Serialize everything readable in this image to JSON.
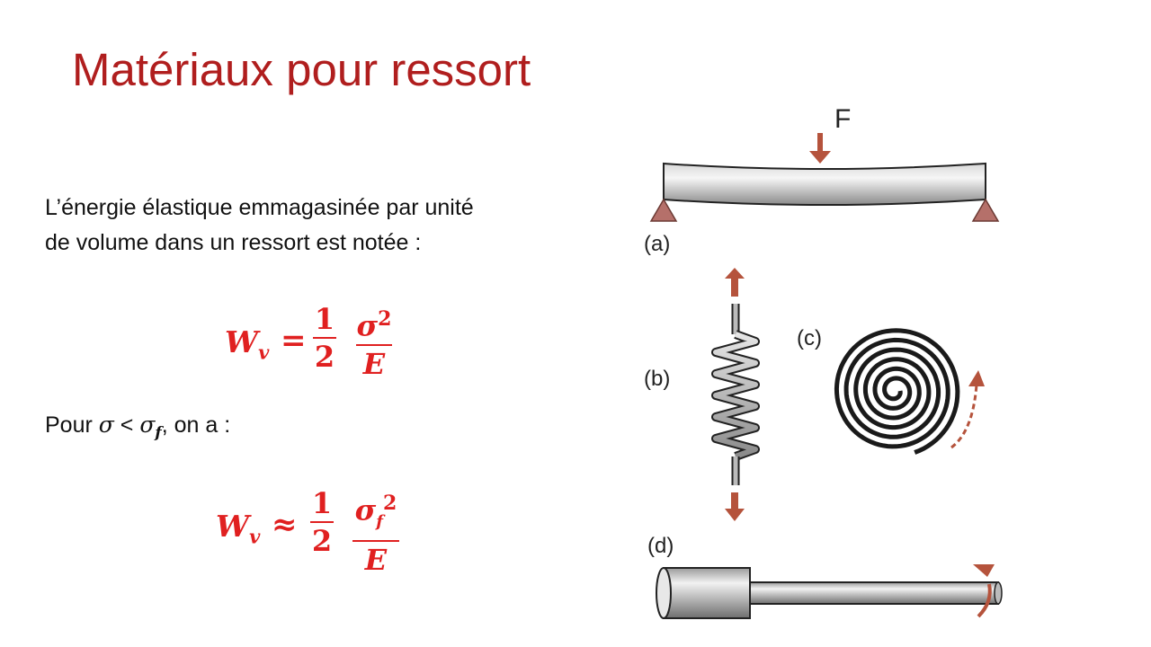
{
  "slide": {
    "title": "Matériaux pour ressort",
    "paragraph_line1": "L’énergie élastique emmagasinée par unité",
    "paragraph_line2": "de volume dans un ressort est notée :",
    "eq1": {
      "lhs_symbol": "W",
      "lhs_sub": "v",
      "operator": "=",
      "num": "1",
      "den": "2",
      "num2_symbol": "σ",
      "num2_exp": "2",
      "den2": "E"
    },
    "condition": {
      "prefix": "Pour ",
      "sigma": "σ",
      "less": " < ",
      "sigma_f": "σ",
      "sub_f": "f",
      "suffix": ", on a :"
    },
    "eq2": {
      "lhs_symbol": "W",
      "lhs_sub": "v",
      "operator": "≈",
      "num": "1",
      "den": "2",
      "num2_symbol": "σ",
      "num2_sub": "f",
      "num2_exp": "2",
      "den2": "E"
    },
    "figure": {
      "force_label": "F",
      "label_a": "(a)",
      "label_b": "(b)",
      "label_c": "(c)",
      "label_d": "(d)"
    },
    "colors": {
      "title": "#b01e1e",
      "equation": "#e02020",
      "arrow": "#b5533c"
    }
  }
}
